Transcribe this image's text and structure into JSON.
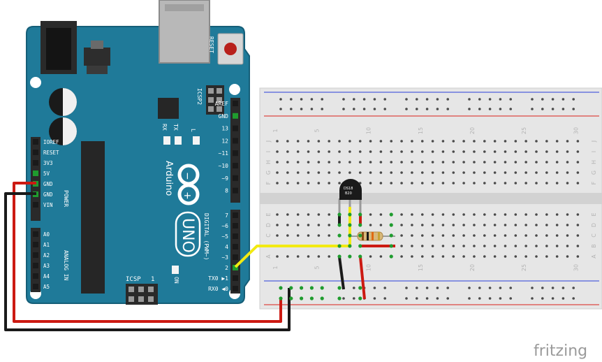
{
  "arduino": {
    "model_text": "UNO",
    "brand_text": "Arduino",
    "reset_label": "RESET",
    "icsp2_label": "ICSP2",
    "icsp_label": "ICSP",
    "icsp_pin1": "1",
    "led_labels": {
      "rx": "RX",
      "tx": "TX",
      "l": "L",
      "on": "ON"
    },
    "digital_header_labels": [
      "AREF",
      "GND",
      "13",
      "12",
      "~11",
      "~10",
      "~9",
      "8"
    ],
    "digital_header_labels_2": [
      "7",
      "~6",
      "~5",
      "4",
      "~3",
      "2",
      "TX0 ▶1",
      "RX0 ◀0"
    ],
    "digital_caption": "DIGITAL (PWM~)",
    "power_header_labels": [
      "IOREF",
      "RESET",
      "3V3",
      "5V",
      "GND",
      "GND",
      "VIN"
    ],
    "power_caption": "POWER",
    "analog_header_labels": [
      "A0",
      "A1",
      "A2",
      "A3",
      "A4",
      "A5"
    ],
    "analog_caption": "ANALOG IN"
  },
  "breadboard": {
    "column_numbers": [
      "1",
      "5",
      "10",
      "15",
      "20",
      "25",
      "30"
    ],
    "row_letters_top": [
      "J",
      "I",
      "H",
      "G",
      "F"
    ],
    "row_letters_bottom": [
      "E",
      "D",
      "C",
      "B",
      "A"
    ]
  },
  "sensor": {
    "label_line1": "DS18",
    "label_line2": "B20"
  },
  "watermark": "fritzing",
  "colors": {
    "board": "#1f7a99",
    "board_dark": "#155e78",
    "breadboard": "#e6e6e6",
    "rail_red": "#d9201b",
    "rail_blue": "#2a3fd9",
    "wire_red": "#cc1a12",
    "wire_black": "#1a1a1a",
    "wire_yellow": "#f2ea12",
    "pin_green": "#1f9c2e"
  }
}
